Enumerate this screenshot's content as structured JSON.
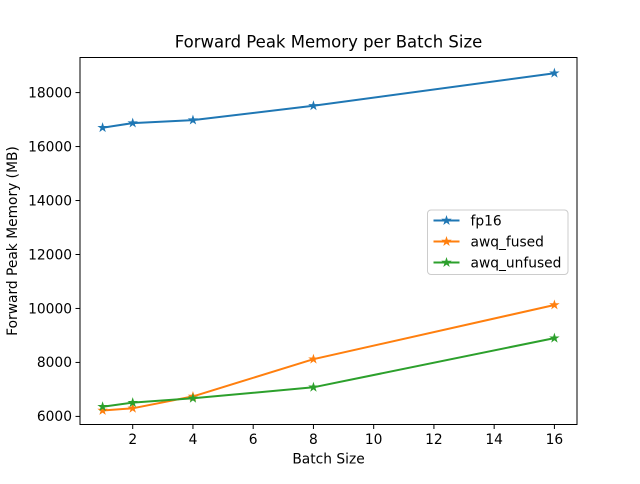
{
  "figure": {
    "background": "#ffffff",
    "spine_color": "#000000"
  },
  "chart_data": {
    "type": "line",
    "title": "Forward Peak Memory per Batch Size",
    "xlabel": "Batch Size",
    "ylabel": "Forward Peak Memory (MB)",
    "x": [
      1,
      2,
      4,
      8,
      16
    ],
    "series": [
      {
        "name": "fp16",
        "color": "#1f77b4",
        "marker": "star",
        "values": [
          16700,
          16870,
          16980,
          17510,
          18720
        ]
      },
      {
        "name": "awq_fused",
        "color": "#ff7f0e",
        "marker": "star",
        "values": [
          6220,
          6300,
          6740,
          8120,
          10130
        ]
      },
      {
        "name": "awq_unfused",
        "color": "#2ca02c",
        "marker": "star",
        "values": [
          6360,
          6510,
          6670,
          7080,
          8900
        ]
      }
    ],
    "xticks": [
      2,
      4,
      6,
      8,
      10,
      12,
      14,
      16
    ],
    "yticks": [
      6000,
      8000,
      10000,
      12000,
      14000,
      16000,
      18000
    ],
    "xlim": [
      0.25,
      16.75
    ],
    "ylim": [
      5700,
      19300
    ],
    "grid": false,
    "legend": {
      "position": "center right",
      "border_color": "#cccccc",
      "background": "#ffffff"
    }
  }
}
